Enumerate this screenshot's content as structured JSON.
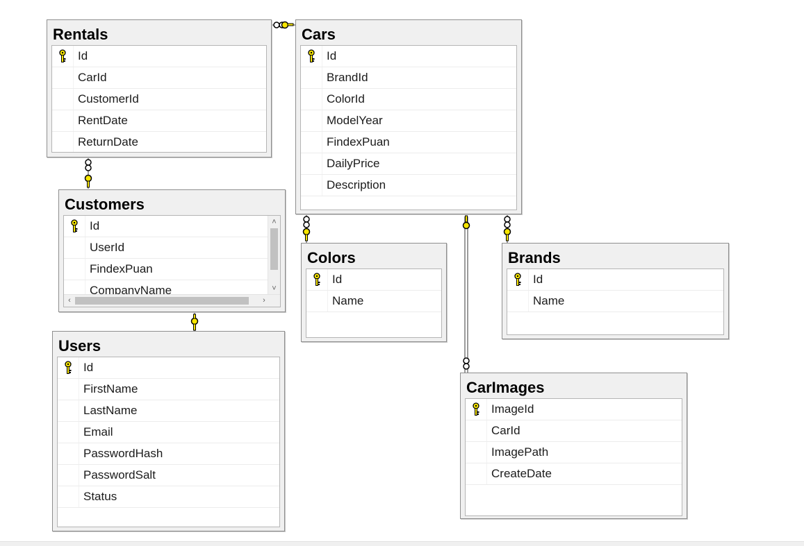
{
  "tables": [
    {
      "id": "rentals",
      "name": "Rentals",
      "columns": [
        {
          "name": "Id",
          "pk": true
        },
        {
          "name": "CarId"
        },
        {
          "name": "CustomerId"
        },
        {
          "name": "RentDate"
        },
        {
          "name": "ReturnDate"
        }
      ]
    },
    {
      "id": "cars",
      "name": "Cars",
      "columns": [
        {
          "name": "Id",
          "pk": true
        },
        {
          "name": "BrandId"
        },
        {
          "name": "ColorId"
        },
        {
          "name": "ModelYear"
        },
        {
          "name": "FindexPuan"
        },
        {
          "name": "DailyPrice"
        },
        {
          "name": "Description"
        }
      ]
    },
    {
      "id": "customers",
      "name": "Customers",
      "scroll": true,
      "columns": [
        {
          "name": "Id",
          "pk": true
        },
        {
          "name": "UserId"
        },
        {
          "name": "FindexPuan"
        },
        {
          "name": "CompanyName"
        }
      ]
    },
    {
      "id": "colors",
      "name": "Colors",
      "columns": [
        {
          "name": "Id",
          "pk": true
        },
        {
          "name": "Name"
        }
      ]
    },
    {
      "id": "brands",
      "name": "Brands",
      "columns": [
        {
          "name": "Id",
          "pk": true
        },
        {
          "name": "Name"
        }
      ]
    },
    {
      "id": "users",
      "name": "Users",
      "columns": [
        {
          "name": "Id",
          "pk": true
        },
        {
          "name": "FirstName"
        },
        {
          "name": "LastName"
        },
        {
          "name": "Email"
        },
        {
          "name": "PasswordHash"
        },
        {
          "name": "PasswordSalt"
        },
        {
          "name": "Status"
        }
      ]
    },
    {
      "id": "carimages",
      "name": "CarImages",
      "columns": [
        {
          "name": "ImageId",
          "pk": true
        },
        {
          "name": "CarId"
        },
        {
          "name": "ImagePath"
        },
        {
          "name": "CreateDate"
        }
      ]
    }
  ],
  "relationships": [
    {
      "from": "rentals",
      "to": "cars",
      "one_end": "cars",
      "many_end": "rentals"
    },
    {
      "from": "rentals",
      "to": "customers",
      "one_end": "customers",
      "many_end": "rentals"
    },
    {
      "from": "customers",
      "to": "users",
      "one_end": "users",
      "many_end": "customers"
    },
    {
      "from": "cars",
      "to": "colors",
      "one_end": "colors",
      "many_end": "cars"
    },
    {
      "from": "cars",
      "to": "brands",
      "one_end": "brands",
      "many_end": "cars"
    },
    {
      "from": "cars",
      "to": "carimages",
      "one_end": "cars",
      "many_end": "carimages"
    }
  ],
  "colors": {
    "key_fill": "#f7e600",
    "key_stroke": "#000000",
    "line": "#7a7a7a",
    "box_bg": "#f0f0f0"
  },
  "icons": {
    "primary_key": "key-icon",
    "one_end": "key-icon",
    "many_end": "infinity-icon"
  }
}
